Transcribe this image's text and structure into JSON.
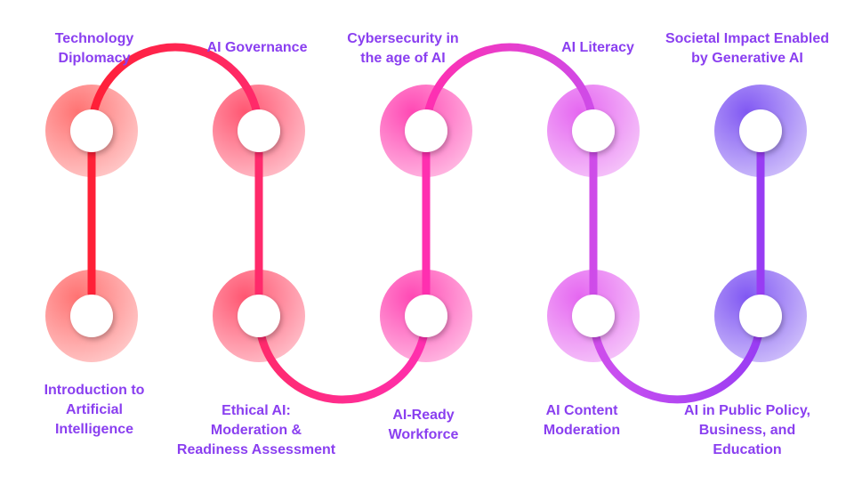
{
  "title": "",
  "colors": {
    "label": "#8a3ff0",
    "path_start": "#ff1a1a",
    "path_mid": "#ff2fa8",
    "path_end": "#8a3ff0"
  },
  "nodes": {
    "top": [
      {
        "label": "Technology\nDiplomacy",
        "color": "#ff6b6b"
      },
      {
        "label": "AI Governance",
        "color": "#ff4d6a"
      },
      {
        "label": "Cybersecurity in\nthe age of AI",
        "color": "#ff3fb0"
      },
      {
        "label": "AI Literacy",
        "color": "#e45ff0"
      },
      {
        "label": "Societal Impact Enabled\nby Generative AI",
        "color": "#7a4ff2"
      }
    ],
    "bottom": [
      {
        "label": "Introduction to\nArtificial\nIntelligence",
        "color": "#ff6b6b"
      },
      {
        "label": "Ethical AI:\nModeration &\nReadiness Assessment",
        "color": "#ff4d6a"
      },
      {
        "label": "AI-Ready\nWorkforce",
        "color": "#ff3fb0"
      },
      {
        "label": "AI Content\nModeration",
        "color": "#e45ff0"
      },
      {
        "label": "AI in Public Policy,\nBusiness, and\nEducation",
        "color": "#7a4ff2"
      }
    ]
  }
}
